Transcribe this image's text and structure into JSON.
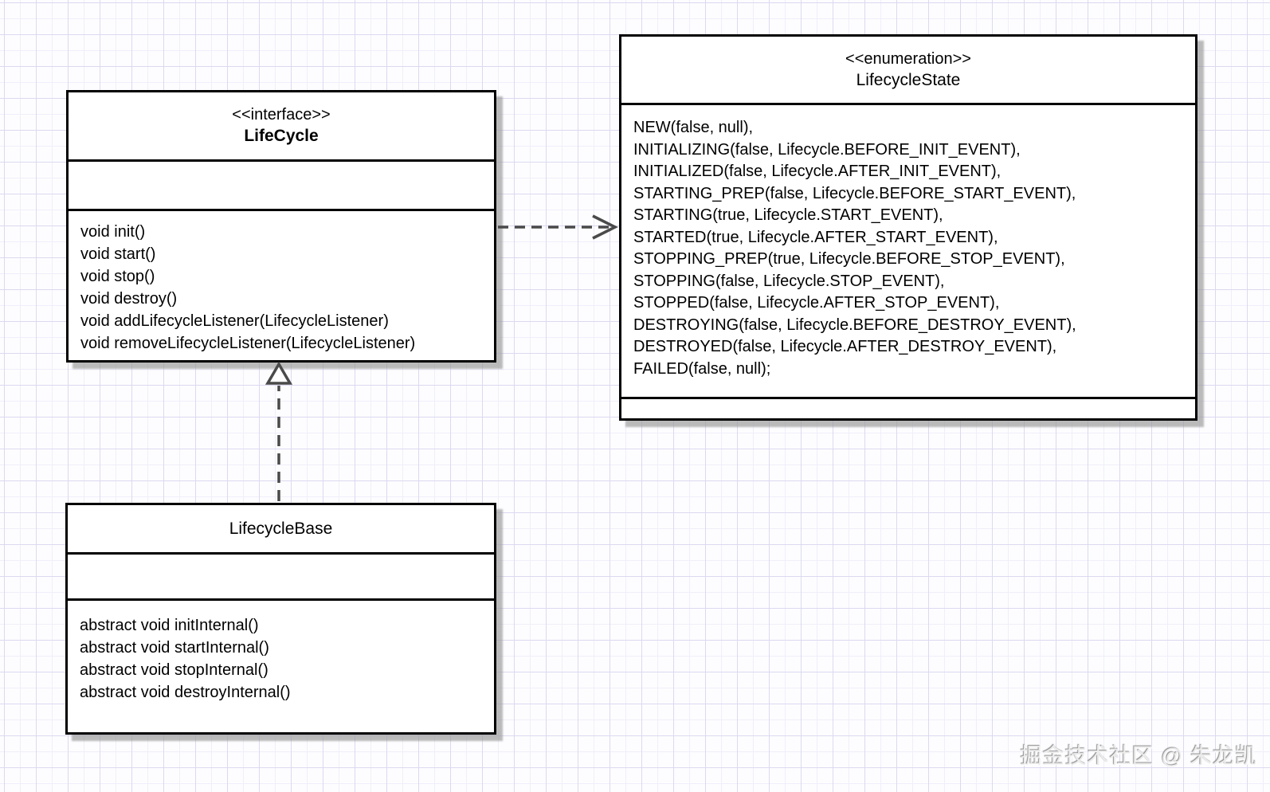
{
  "diagram": {
    "interface_box": {
      "stereotype": "<<interface>>",
      "name": "LifeCycle",
      "methods": [
        "void init()",
        "void start()",
        "void stop()",
        "void destroy()",
        "void addLifecycleListener(LifecycleListener)",
        "void removeLifecycleListener(LifecycleListener)"
      ]
    },
    "enum_box": {
      "stereotype": "<<enumeration>>",
      "name": "LifecycleState",
      "values": [
        "NEW(false, null),",
        "INITIALIZING(false, Lifecycle.BEFORE_INIT_EVENT),",
        "INITIALIZED(false, Lifecycle.AFTER_INIT_EVENT),",
        "STARTING_PREP(false, Lifecycle.BEFORE_START_EVENT),",
        "STARTING(true, Lifecycle.START_EVENT),",
        "STARTED(true, Lifecycle.AFTER_START_EVENT),",
        "STOPPING_PREP(true, Lifecycle.BEFORE_STOP_EVENT),",
        "STOPPING(false, Lifecycle.STOP_EVENT),",
        "STOPPED(false, Lifecycle.AFTER_STOP_EVENT),",
        "DESTROYING(false, Lifecycle.BEFORE_DESTROY_EVENT),",
        "DESTROYED(false, Lifecycle.AFTER_DESTROY_EVENT),",
        "FAILED(false, null);"
      ]
    },
    "class_box": {
      "name": "LifecycleBase",
      "methods": [
        "abstract void initInternal()",
        "abstract void startInternal()",
        "abstract void stopInternal()",
        "abstract void destroyInternal()"
      ]
    },
    "relationships": [
      {
        "type": "dependency",
        "from": "LifeCycle",
        "to": "LifecycleState",
        "style": "dashed-open-arrow"
      },
      {
        "type": "realization",
        "from": "LifecycleBase",
        "to": "LifeCycle",
        "style": "dashed-hollow-triangle"
      }
    ],
    "watermark": "掘金技术社区 @ 朱龙凯",
    "colors": {
      "box_border": "#000000",
      "box_fill": "#ffffff",
      "shadow": "#a0a0a0",
      "connector": "#4a4a4a",
      "grid_major": "#dcd9f0",
      "grid_minor": "#f0eefa",
      "background": "#fdfdff"
    }
  }
}
